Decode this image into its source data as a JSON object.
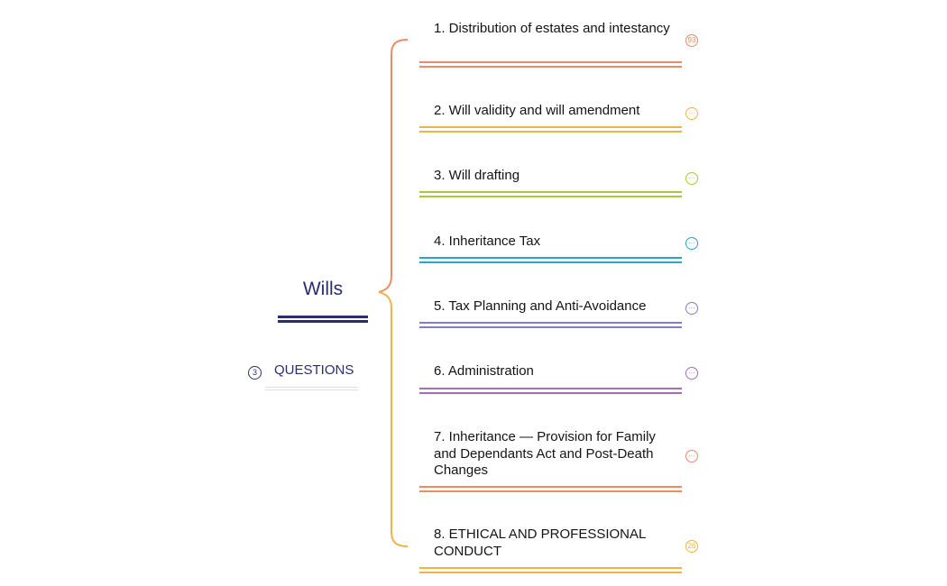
{
  "root": {
    "title": "Wills",
    "color": "#2b2e6e"
  },
  "questions": {
    "label": "QUESTIONS",
    "count": "3"
  },
  "topics": [
    {
      "label": "1. Distribution of estates and intestancy",
      "badge": "93",
      "color": "#ef8a63"
    },
    {
      "label": "2. Will validity and will amendment",
      "badge": "···",
      "color": "#f2b24a"
    },
    {
      "label": "3. Will drafting",
      "badge": "···",
      "color": "#a7c93a"
    },
    {
      "label": "4. Inheritance Tax",
      "badge": "···",
      "color": "#2ba3c7"
    },
    {
      "label": "5. Tax Planning and Anti-Avoidance",
      "badge": "···",
      "color": "#7f7fbf"
    },
    {
      "label": "6. Administration",
      "badge": "···",
      "color": "#a86bb9"
    },
    {
      "label": "7. Inheritance — Provision for Family and Dependants Act and Post-Death Changes",
      "badge": "···",
      "color": "#ef8a63"
    },
    {
      "label": "8. ETHICAL AND PROFESSIONAL CONDUCT",
      "badge": "26",
      "color": "#f2b24a"
    }
  ]
}
